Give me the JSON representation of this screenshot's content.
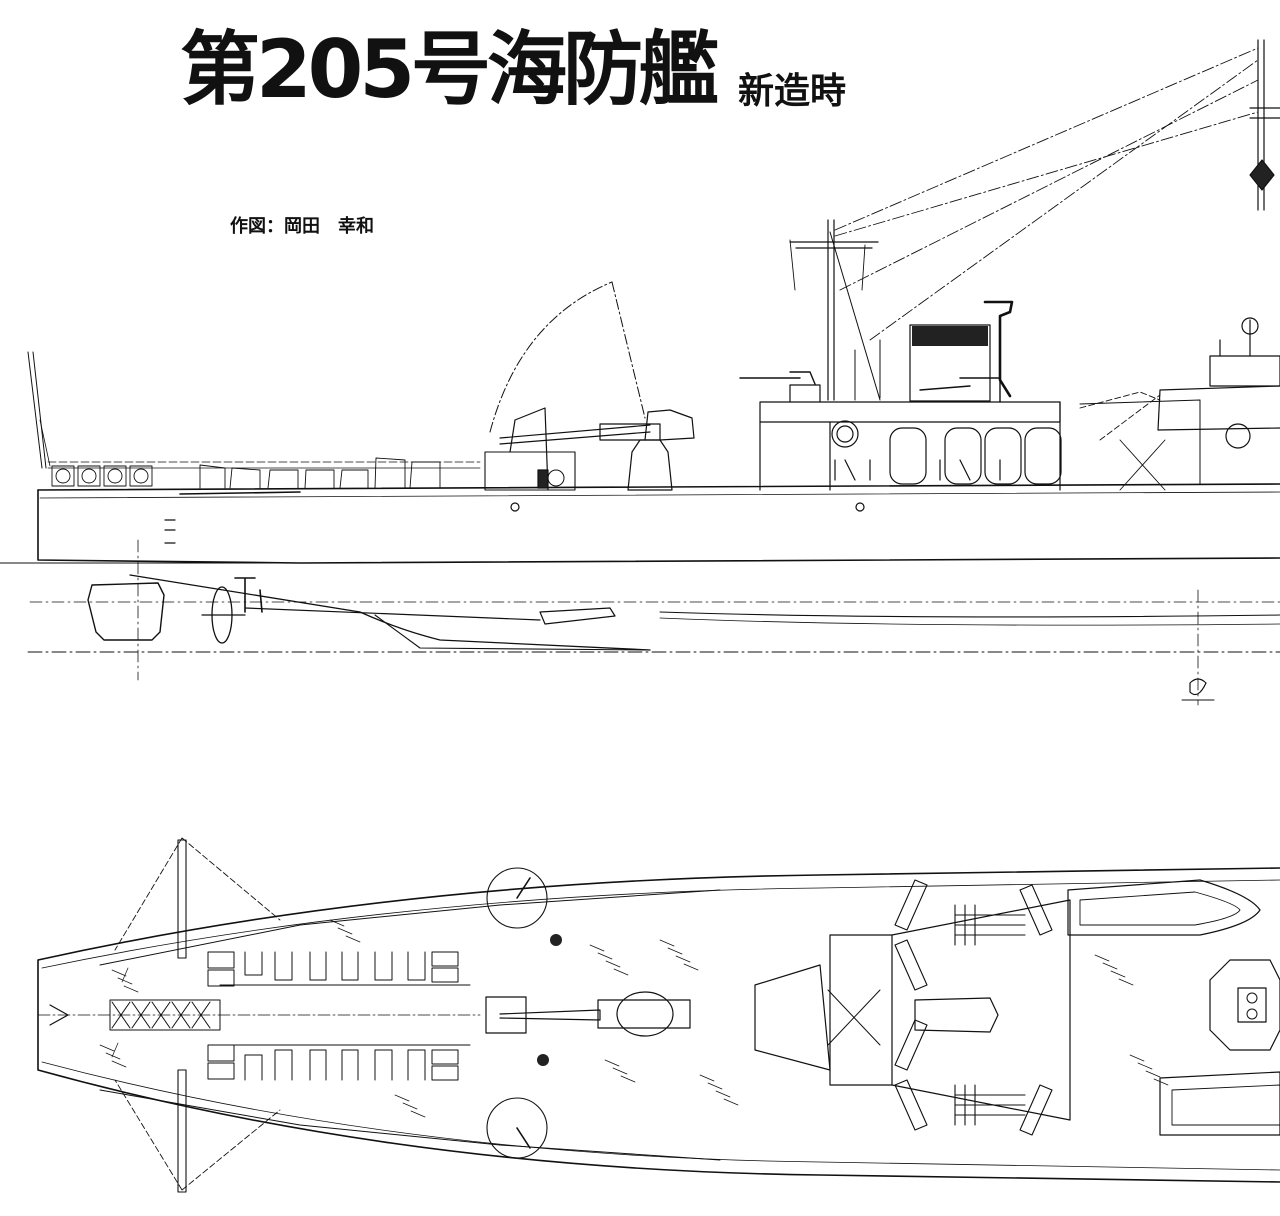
{
  "header": {
    "title": "第205号海防艦",
    "subtitle": "新造時",
    "credit": "作図：岡田　幸和"
  },
  "colors": {
    "ink": "#111111",
    "paper": "#ffffff",
    "fill_dark": "#222222"
  }
}
